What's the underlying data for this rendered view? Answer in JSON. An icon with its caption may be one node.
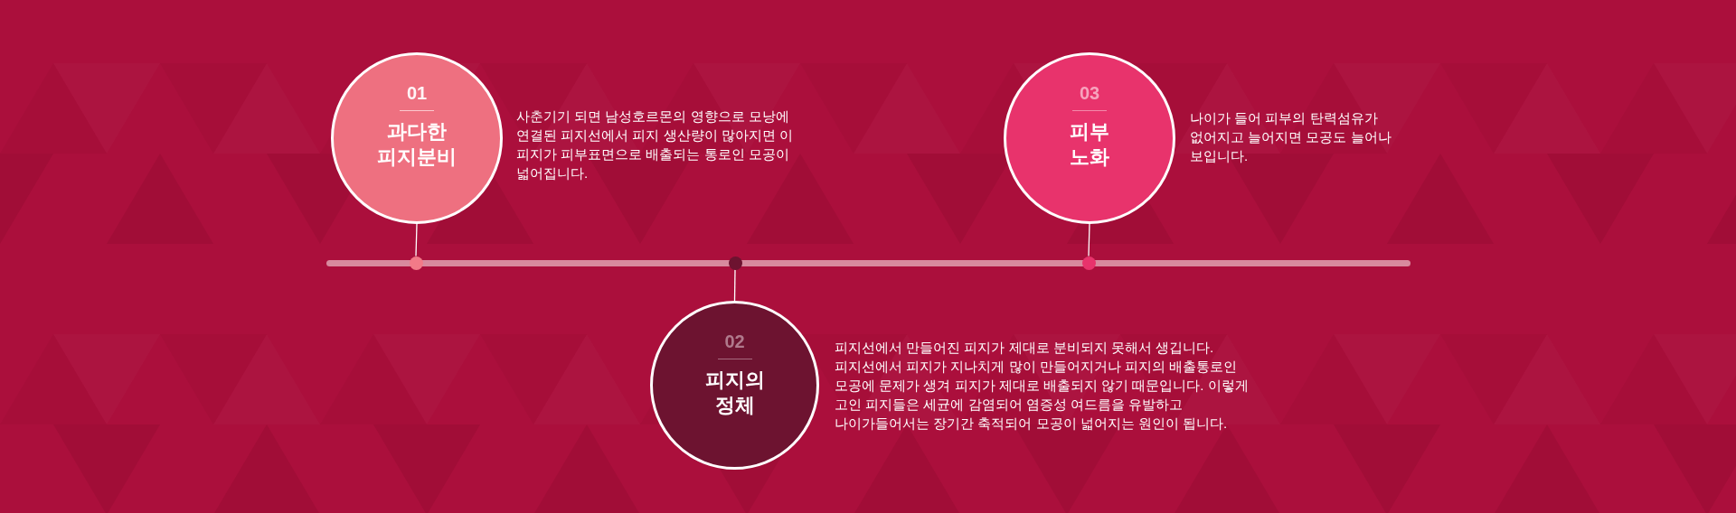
{
  "diagram": {
    "nodes": [
      {
        "text": [
          "01",
          "과다한 피지분비"
        ],
        "beside": [
          "사춘기기 되면 남성호르몬의 영향으로 모낭에 연결된 피지선에서 피지 생산량이 많아지면 이 피지가 피부표면으로 배출되는 통로인 모공이 넓어집니다."
        ]
      },
      {
        "text": [],
        "shape": "circle"
      },
      {
        "text": [
          "02",
          "피지의 정체"
        ],
        "beside": [
          "피지선에서 만들어진 피지가 제대로 분비되지 못해서 생깁니다. 피지선에서 피지가 지나치게 많이 만들어지거나 피지의 배출통로인 모공에 문제가 생겨 피지가 제대로 배출되지 않기 때문입니다. 이렇게 고인 피지들은 세균에 감염되어 염증성 여드름을 유발하고 나이가들어서는 장기간 축적되어 모공이 넓어지는 원인이 됩니다."
        ]
      },
      {
        "text": [],
        "shape": "circle"
      },
      {
        "text": [
          "03",
          "피부 노화"
        ],
        "beside": [
          "나이가 들어 피부의 탄력섬유가 없어지고 늘어지면 모공도 늘어나 보입니다."
        ]
      },
      {
        "text": [],
        "shape": "circle"
      }
    ],
    "edges": [
      {
        "from": 0,
        "to": 1,
        "arrow": "none"
      },
      {
        "from": 2,
        "to": 3,
        "arrow": "none"
      },
      {
        "from": 4,
        "to": 5,
        "arrow": "none"
      }
    ]
  }
}
